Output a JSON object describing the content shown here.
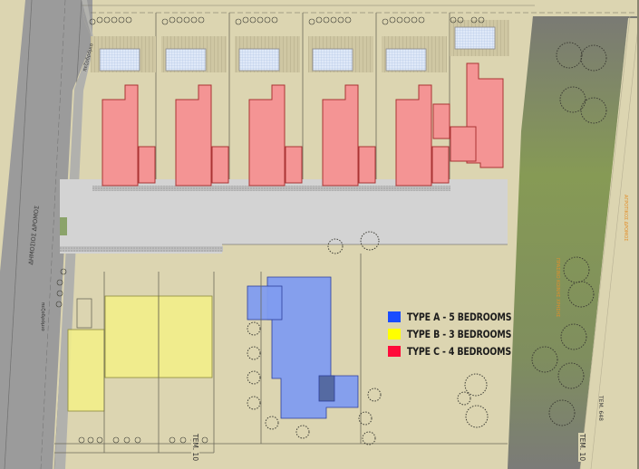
{
  "legend": {
    "items": [
      {
        "label": "TYPE A - 5 BEDROOMS",
        "color": "#1a4dff"
      },
      {
        "label": "TYPE B - 3 BEDROOMS",
        "color": "#ffff00"
      },
      {
        "label": "TYPE C - 4 BEDROOMS",
        "color": "#ff0a3a"
      }
    ]
  },
  "labels": {
    "public_road": "ΔΗΜΟΣΙΟΣ ΔΡΟΜΟΣ",
    "sidewalk_top": "πεζοδρόμιο",
    "sidewalk_left": "πεζοδρόμιο",
    "parcel_right": "ΤΕΜ. 648",
    "parcel_bottom_mid": "ΤΕΜ. 10",
    "parcel_bottom_right": "ΤΕΜ. 10",
    "green_area_orange": "ΠΡΑΣΙΝΟ ΚΟΙΝΗΣ ΧΡΗΣΗΣ",
    "right_road_orange": "ΑΓΡΟΤΙΚΟΣ ΔΡΟΜΟΣ"
  },
  "colors": {
    "background": "#dcd5b1",
    "road": "#9a9a9a",
    "driveway": "#d2d2d2",
    "type_a": "#7f9cf0",
    "type_b": "#f2ee8a",
    "type_c": "#f49494",
    "pool": "#dbe6f7",
    "green_top": "#7b7b73",
    "green_bottom": "#86984f"
  },
  "houses": {
    "type_c_count": 6,
    "type_b_count": 3,
    "type_a_count": 1
  }
}
